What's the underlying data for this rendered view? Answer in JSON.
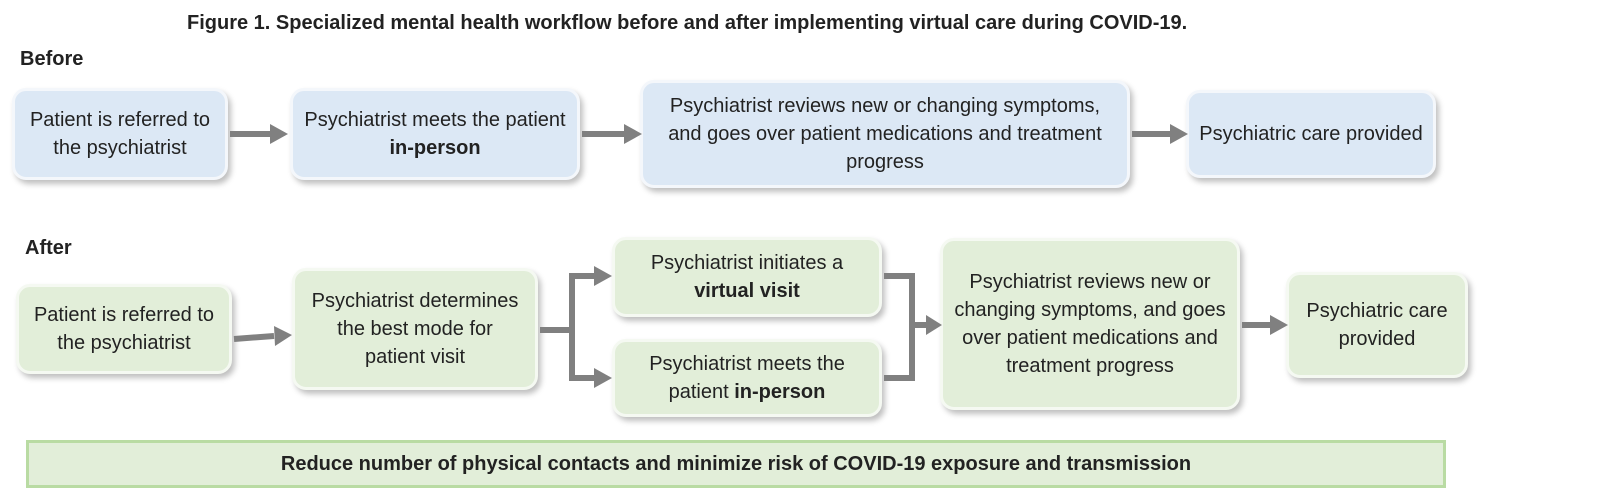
{
  "title": "Figure 1. Specialized mental health workflow before and after implementing virtual care during COVID-19.",
  "before": {
    "label": "Before",
    "step1": "Patient is referred to the psychiatrist",
    "step2_pre": "Psychiatrist meets the patient ",
    "step2_bold": "in-person",
    "step3": "Psychiatrist reviews new or changing symptoms, and goes over patient medications and treatment progress",
    "step4": "Psychiatric care provided"
  },
  "after": {
    "label": "After",
    "step1": "Patient is referred to the psychiatrist",
    "step2": "Psychiatrist determines the best mode for patient visit",
    "virtual_pre": "Psychiatrist initiates a ",
    "virtual_bold": "virtual visit",
    "inperson_pre": "Psychiatrist meets the patient ",
    "inperson_bold": "in-person",
    "step4": "Psychiatrist reviews new or changing symptoms, and goes over patient medications and treatment progress",
    "step5": "Psychiatric care provided"
  },
  "banner": "Reduce number of physical contacts and minimize risk of COVID-19 exposure and transmission",
  "colors": {
    "before_box": "#dce8f5",
    "after_box": "#e2eed9",
    "banner_border": "#b9dba3",
    "arrow": "#808080"
  }
}
